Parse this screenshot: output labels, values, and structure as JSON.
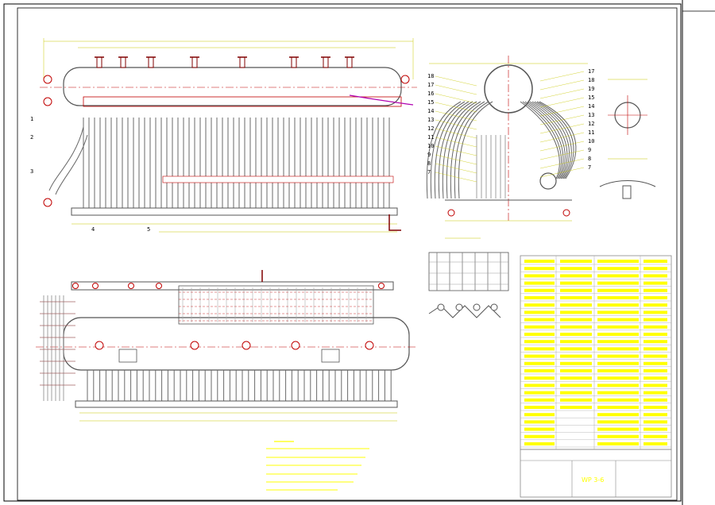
{
  "drawing": {
    "colors": {
      "background": "#ffffff",
      "frame": "#000000",
      "tubes": "#5a5a5a",
      "centerline": "#c00000",
      "dimension": "#c8c800",
      "annotation_yellow": "#ffff00",
      "leader": "#b000b0",
      "nozzles": "#800000"
    },
    "views": {
      "front_elevation": {
        "name": "front-elevation"
      },
      "side_section": {
        "name": "side-section",
        "part_numbers_left": [
          "18",
          "17",
          "16",
          "15",
          "14",
          "13",
          "12",
          "11",
          "10",
          "9",
          "8",
          "7"
        ],
        "part_numbers_right": [
          "17",
          "18",
          "19",
          "15",
          "14",
          "13",
          "12",
          "11",
          "10",
          "9",
          "8",
          "7"
        ]
      },
      "plan_view": {
        "name": "plan-view"
      },
      "detail_a": {
        "name": "detail-view-drum"
      },
      "detail_b": {
        "name": "detail-view-pipe"
      },
      "detail_c": {
        "name": "detail-view-fins"
      }
    },
    "front_callouts": [
      "1",
      "2",
      "3",
      "4",
      "5"
    ],
    "title_block": {
      "stamp": "WP 3-6",
      "rows": 26
    },
    "notes": {
      "heading_lines": 1,
      "line_count": 6
    }
  }
}
